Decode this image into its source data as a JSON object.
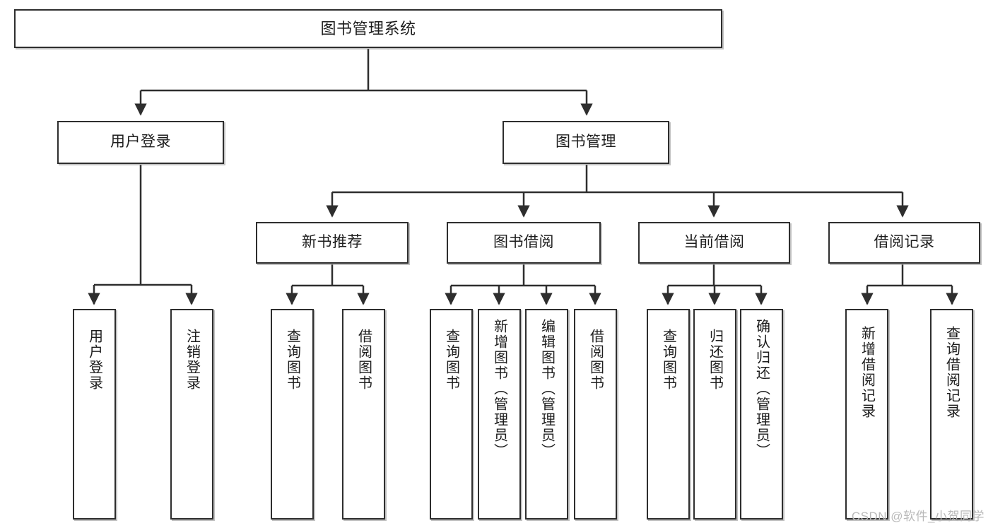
{
  "diagram": {
    "title": "图书管理系统",
    "type": "tree",
    "watermark": "CSDN @软件_小贺同学",
    "colors": {
      "node_border": "#2e2e2e",
      "node_fill": "#ffffff",
      "edge": "#2e2e2e",
      "text": "#1d1d1d",
      "watermark": "#b9b9b9"
    }
  },
  "nodes": {
    "root": {
      "label": "图书管理系统"
    },
    "level2": [
      {
        "label": "用户登录"
      },
      {
        "label": "图书管理"
      }
    ],
    "level3": [
      {
        "label": "新书推荐"
      },
      {
        "label": "图书借阅"
      },
      {
        "label": "当前借阅"
      },
      {
        "label": "借阅记录"
      }
    ],
    "leaves": {
      "user_login": [
        {
          "label": "用户登录"
        },
        {
          "label": "注销登录"
        }
      ],
      "new_book": [
        {
          "label": "查询图书"
        },
        {
          "label": "借阅图书"
        }
      ],
      "book_borrow": [
        {
          "label": "查询图书"
        },
        {
          "label": "新增图书（管理员）"
        },
        {
          "label": "编辑图书（管理员）"
        },
        {
          "label": "借阅图书"
        }
      ],
      "current_borrow": [
        {
          "label": "查询图书"
        },
        {
          "label": "归还图书"
        },
        {
          "label": "确认归还（管理员）"
        }
      ],
      "borrow_record": [
        {
          "label": "新增借阅记录"
        },
        {
          "label": "查询借阅记录"
        }
      ]
    }
  }
}
